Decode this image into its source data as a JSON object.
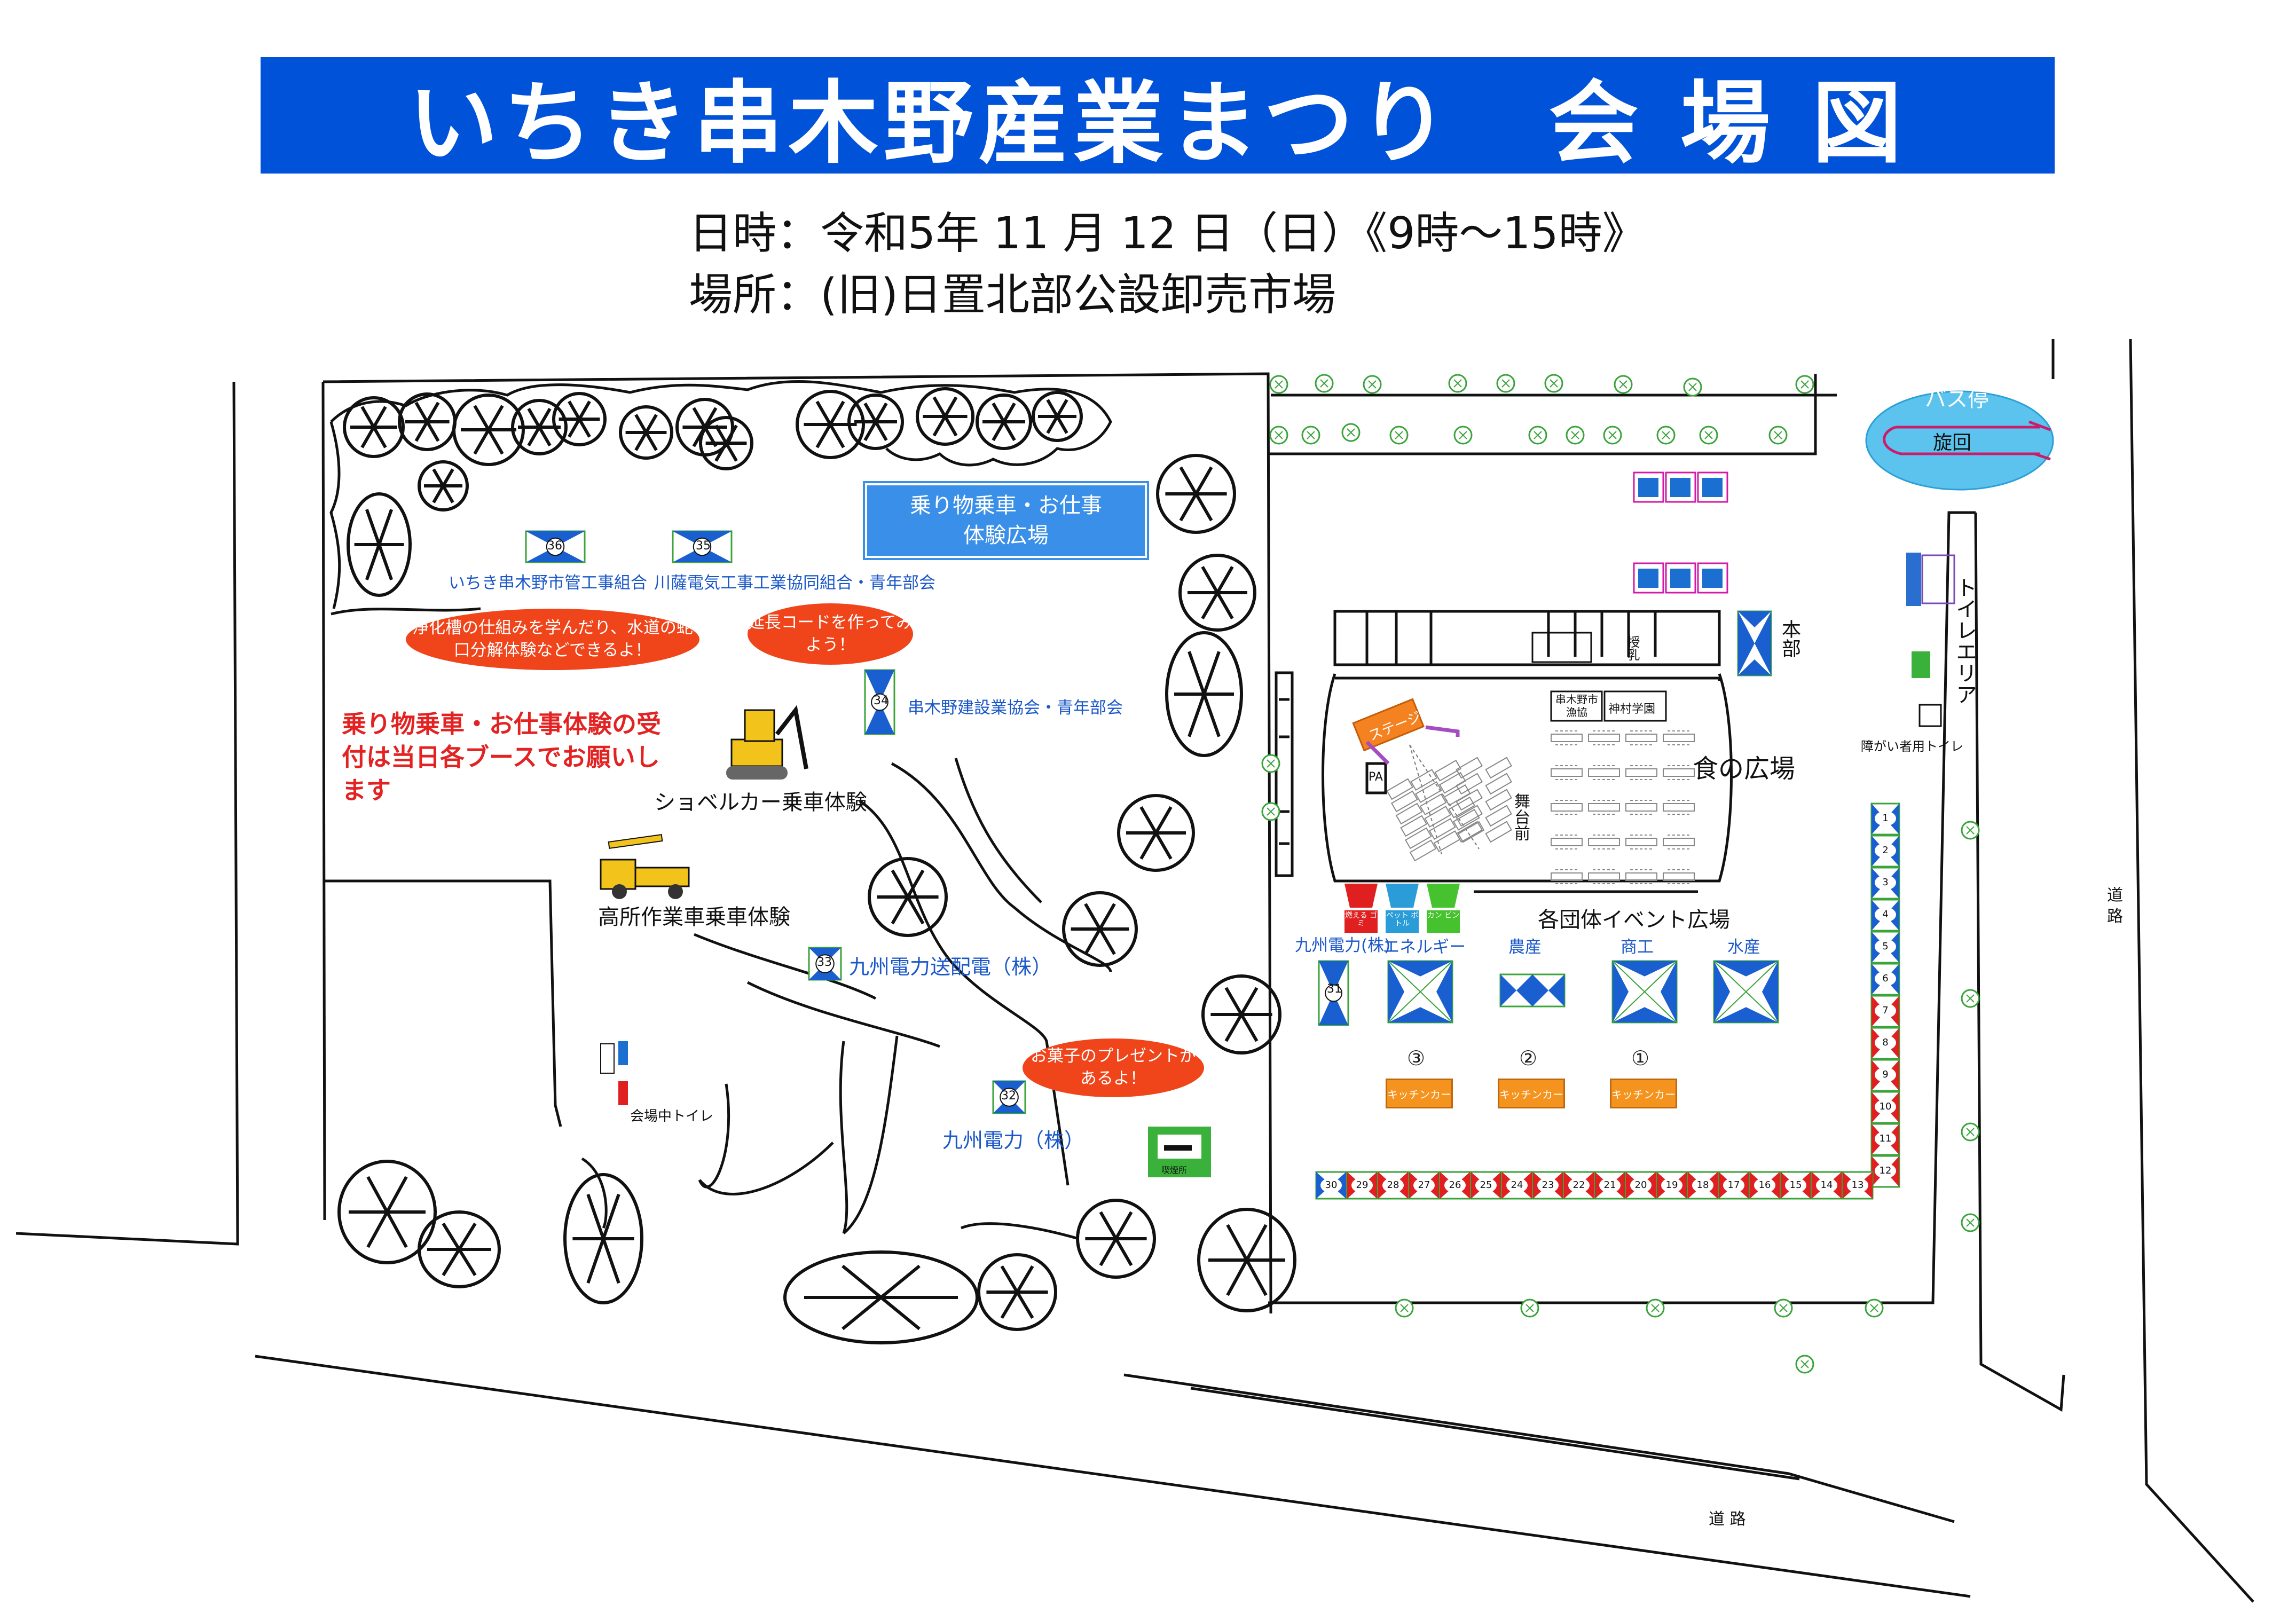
{
  "title": "いちき串木野産業まつり　会 場 図",
  "datetime": "日時：令和5年 11 月 12 日（日）《9時～15時》",
  "place": "場所：(旧)日置北部公設卸売市場",
  "ride_area": {
    "line1": "乗り物乗車・お仕事",
    "line2": "体験広場"
  },
  "booths": {
    "b36": {
      "num": "36",
      "label": "いちき串木野市管工事組合"
    },
    "b35": {
      "num": "35",
      "label": "川薩電気工事工業協同組合・青年部会"
    },
    "b34": {
      "num": "34",
      "label": "串木野建設業協会・青年部会"
    },
    "b33": {
      "num": "33",
      "label": "九州電力送配電（株）"
    },
    "b32": {
      "num": "32",
      "label": "九州電力（株）"
    },
    "b31": {
      "num": "31",
      "label": "九州電力(株)"
    }
  },
  "bubbles": {
    "water": "浄化槽の仕組みを学んだり、水道の蛇口分解体験などできるよ！",
    "cord": "延長コードを作ってみよう！",
    "candy": "お菓子のプレゼントがあるよ！"
  },
  "reception": "乗り物乗車・お仕事体験の受付は当日各ブースでお願いします",
  "excavator": "ショベルカー乗車体験",
  "aerial": "高所作業車乗車体験",
  "venue_toilet": "会場中トイレ",
  "smoking": "喫煙所",
  "bus_stop": "バス停",
  "turnaround": "旋回",
  "toilet_area": "トイレエリア",
  "accessible_toilet": "障がい者用トイレ",
  "hq": "本部",
  "nursing": "授乳",
  "stage": "ステージ",
  "pa": "PA",
  "stage_front": "舞台前",
  "food_plaza": "食の広場",
  "fish_coop": "串木野市漁協",
  "kamimura": "神村学園",
  "event_plaza": "各団体イベント広場",
  "bins": [
    "燃える ゴミ",
    "ペット ボトル",
    "カン ビン"
  ],
  "groups": [
    "エネルギー",
    "農産",
    "商工",
    "水産"
  ],
  "kitchen": {
    "label": "キッチンカー",
    "nums": [
      "③",
      "②",
      "①"
    ]
  },
  "road": "道 路",
  "road_v": "道 路",
  "stalls_right": [
    "1",
    "2",
    "3",
    "4",
    "5",
    "6",
    "7",
    "8",
    "9",
    "10",
    "11",
    "12"
  ],
  "stalls_bottom": [
    "30",
    "29",
    "28",
    "27",
    "26",
    "25",
    "24",
    "23",
    "22",
    "21",
    "20",
    "19",
    "18",
    "17",
    "16",
    "15",
    "14",
    "13"
  ],
  "colors": {
    "banner": "#0052d9",
    "booth_blue": "#1a5fd0",
    "booth_red": "#e02020",
    "bubble": "#f0441b",
    "ride_box": "#3a8fe8",
    "bus": "#5bc3ee",
    "parking": "#1a6fd0"
  }
}
